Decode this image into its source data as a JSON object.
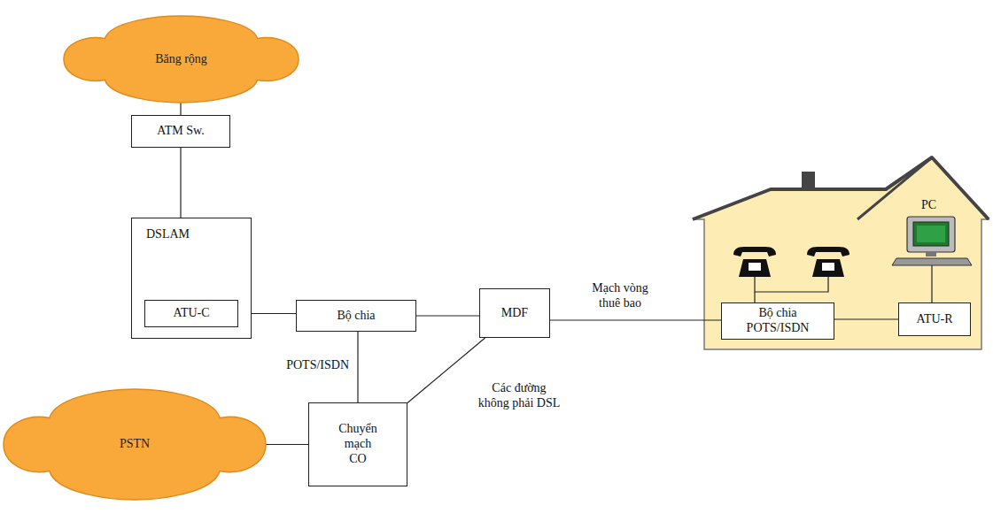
{
  "diagram": {
    "nodes": [
      {
        "text": [
          "Băng rộng"
        ]
      },
      {
        "text": [
          "ATM Sw."
        ]
      },
      {
        "text": [
          "DSLAM"
        ]
      },
      {
        "text": [
          "ATU-C"
        ],
        "in": 2
      },
      {
        "text": [
          "Bộ chia"
        ]
      },
      {
        "text": [
          "MDF"
        ]
      },
      {
        "text": [
          "Bộ chia POTS/ISDN"
        ]
      },
      {
        "text": [
          "ATU-R"
        ]
      },
      {
        "text": [
          "Chuyển mạch CO"
        ]
      },
      {
        "text": [
          "PSTN"
        ]
      }
    ],
    "edges": [
      {
        "from": 0,
        "to": 1,
        "arrow": "none"
      },
      {
        "from": 1,
        "to": 2,
        "arrow": "none"
      },
      {
        "from": 3,
        "to": 4,
        "arrow": "none"
      },
      {
        "from": 4,
        "to": 5,
        "arrow": "none"
      },
      {
        "from": 5,
        "to": 6,
        "label": "Mạch vòng thuê bao",
        "arrow": "none"
      },
      {
        "from": 6,
        "to": 7,
        "arrow": "none"
      },
      {
        "from": 4,
        "to": 8,
        "label": "POTS/ISDN",
        "arrow": "none"
      },
      {
        "from": 8,
        "to": 5,
        "label": "Các đường không phải DSL",
        "arrow": "none"
      },
      {
        "from": 9,
        "to": 8,
        "arrow": "none"
      }
    ],
    "labels": [
      "PC"
    ]
  }
}
